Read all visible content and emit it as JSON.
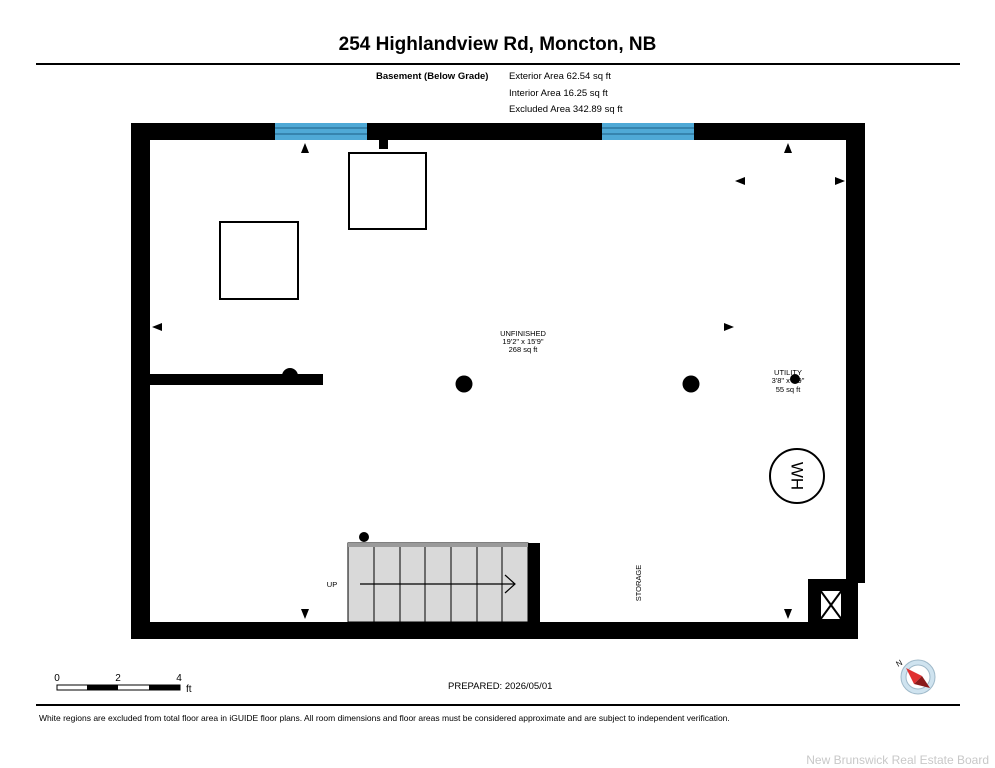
{
  "header": {
    "title": "254 Highlandview Rd, Moncton, NB",
    "level_name": "Basement (Below Grade)",
    "areas": [
      "Exterior Area 62.54 sq ft",
      "Interior Area 16.25 sq ft",
      "Excluded Area 342.89 sq ft"
    ]
  },
  "rooms": {
    "unfinished": {
      "name": "UNFINISHED",
      "dims": "19'2\" x 15'9\"",
      "area": "268 sq ft"
    },
    "utility": {
      "name": "UTILITY",
      "dims": "3'8\" x 3'9\"",
      "area": "55 sq ft"
    },
    "storage": {
      "name": "STORAGE"
    },
    "stairs_label": "UP",
    "water_heater": "WH"
  },
  "scale": {
    "ticks": [
      "0",
      "2",
      "4"
    ],
    "unit": "ft"
  },
  "footer": {
    "prepared": "PREPARED: 2026/05/01",
    "disclaimer": "White regions are excluded from total floor area in iGUIDE floor plans. All room dimensions and floor areas must be considered approximate and are subject to independent verification.",
    "watermark": "New Brunswick Real Estate Board"
  },
  "colors": {
    "wall": "#000000",
    "window": "#4fa9d6",
    "stairs": "#d9d9d9",
    "compass_needle": "#e03030"
  }
}
